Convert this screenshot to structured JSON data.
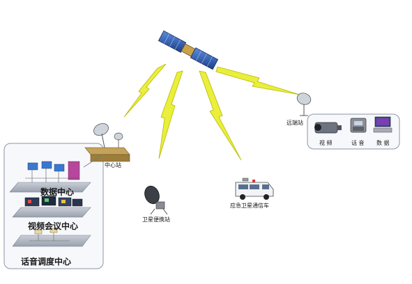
{
  "nodes": {
    "center_station": "中心站",
    "remote_station": "远端站",
    "portable_station": "卫星便携站",
    "emergency_vehicle": "应急卫星通信车"
  },
  "center_panel": {
    "data_center": "数据中心",
    "video_conference_center": "视频会议中心",
    "voice_dispatch_center": "话音调度中心"
  },
  "remote_panel": {
    "video": "视 频",
    "voice": "话 音",
    "data": "数 据"
  },
  "colors": {
    "lightning": "#e9ef3a",
    "lightning_stroke": "#b8b800",
    "panel_fill": "#eef1f7",
    "panel_stroke": "#8a93a8",
    "satellite_panel": "#2a5fb5"
  }
}
